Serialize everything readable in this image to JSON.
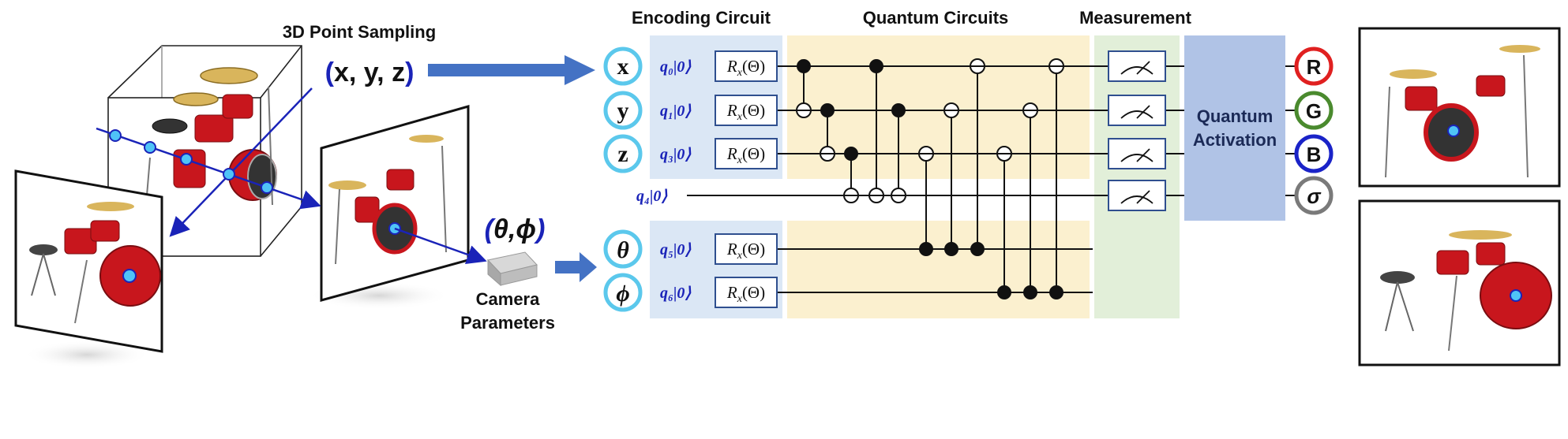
{
  "sampling": {
    "title": "3D Point Sampling",
    "coords": "(x, y, z)",
    "view_angles": "(θ,ϕ)",
    "camera_label_line1": "Camera",
    "camera_label_line2": "Parameters"
  },
  "circuit": {
    "encoding_title": "Encoding Circuit",
    "quantum_title": "Quantum Circuits",
    "measurement_title": "Measurement",
    "inputs": [
      "x",
      "y",
      "z",
      "θ",
      "ϕ"
    ],
    "qubit_names": [
      "q₀",
      "q₁",
      "q₃",
      "q₄",
      "q₅",
      "q₆"
    ],
    "ket": "|0⟩",
    "gate_symbol": "R",
    "gate_subscript": "x",
    "gate_arg": "(Θ)",
    "activation_line1": "Quantum",
    "activation_line2": "Activation",
    "outputs": [
      "R",
      "G",
      "B",
      "σ"
    ],
    "output_colors": [
      "#e02020",
      "#4a8a2e",
      "#1a23c8",
      "#7a7a7a"
    ]
  },
  "colors": {
    "encoding_bg": "#dbe7f5",
    "quantum_bg": "#fbf0cf",
    "measurement_bg": "#e2efd9",
    "activation_bg": "#b0c3e6",
    "arrow": "#4472c4",
    "ray": "#1a23b8",
    "input_ring": "#5bc8ec",
    "point": "#4fc3f7",
    "gate_border": "#2f4f8f",
    "drum_red": "#c8161d"
  }
}
